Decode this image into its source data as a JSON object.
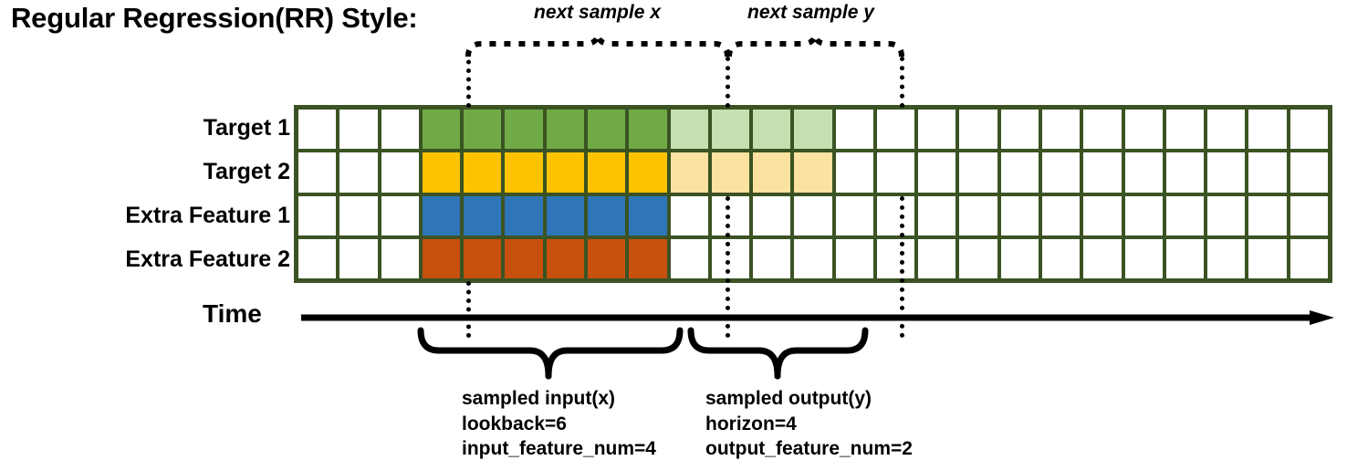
{
  "title": "Regular Regression(RR) Style:",
  "rows": [
    {
      "label": "Target 1",
      "color": "#6faa46",
      "faded_color": "#c5dfb0",
      "has_faded": true
    },
    {
      "label": "Target 2",
      "color": "#fdc300",
      "faded_color": "#fbe2a0",
      "has_faded": true
    },
    {
      "label": "Extra Feature 1",
      "color": "#2e76b8",
      "faded_color": "",
      "has_faded": false
    },
    {
      "label": "Extra Feature 2",
      "color": "#c8500f",
      "faded_color": "",
      "has_faded": false
    }
  ],
  "grid": {
    "total_columns": 25,
    "blank_columns_before": 3,
    "input_columns": 6,
    "output_columns": 4,
    "border_color": "#3b5323",
    "empty_cell_color": "#ffffff"
  },
  "time_axis": {
    "label": "Time",
    "arrow": "right-arrow"
  },
  "annotations": {
    "top_left": "next sample x",
    "top_right": "next sample y",
    "bottom_left": {
      "line1": "sampled input(x)",
      "line2": "lookback=6",
      "line3": "input_feature_num=4"
    },
    "bottom_right": {
      "line1": "sampled output(y)",
      "line2": "horizon=4",
      "line3": "output_feature_num=2"
    }
  }
}
